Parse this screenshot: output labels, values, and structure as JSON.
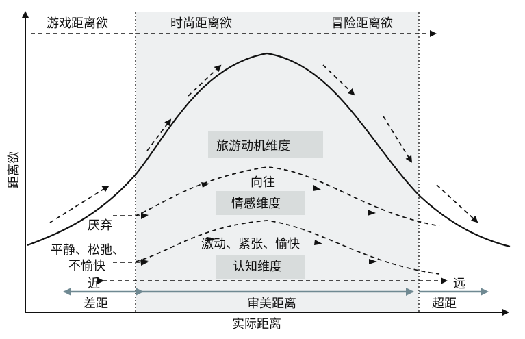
{
  "labels": {
    "game_desire": "游戏距离欲",
    "fashion_desire": "时尚距离欲",
    "adventure_desire": "冒险距离欲",
    "y_axis": "距离欲",
    "x_axis": "实际距离",
    "motivation": "旅游动机维度",
    "yearning": "向往",
    "emotion": "情感维度",
    "aversion": "厌弃",
    "calm": "平静、松弛、",
    "unpleasant": "不愉快",
    "excited": "激动、紧张、愉快",
    "cognition": "认知维度",
    "near": "近",
    "far": "远",
    "gap": "差距",
    "aesthetic": "审美距离",
    "super": "超距"
  },
  "colors": {
    "shade": "#eef0f1",
    "label_box": "#d8dcdc",
    "gray_arrow": "#6f8992",
    "ink": "#111111"
  }
}
